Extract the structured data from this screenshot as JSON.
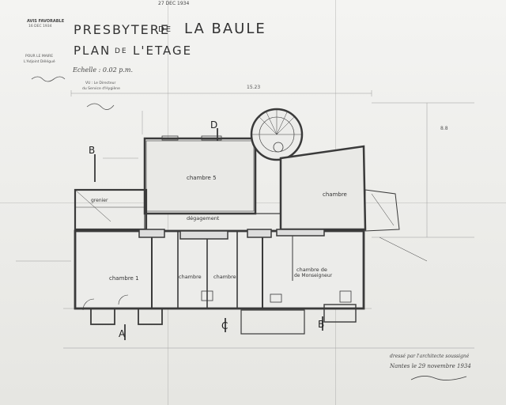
{
  "stamp_top": "27 DEC 1934",
  "avis": {
    "label": "AVIS FAVORABLE",
    "sub": "16 DEC 1934"
  },
  "stamp_left": {
    "line1": "POUR LE MAIRE",
    "line2": "L'Adjoint Délégué"
  },
  "stamp_vise": {
    "line1": "VU : Le Directeur",
    "line2": "du Service d'Hygiène"
  },
  "title": {
    "line1_word1": "PRESBYTERE",
    "line1_de": "DE",
    "line1_word2": "LA BAULE",
    "line2_word1": "PLAN",
    "line2_de": "DE",
    "line2_word2": "L'ETAGE",
    "scale": "Echelle : 0.02 p.m."
  },
  "rooms": {
    "chambre_top": "chambre 5",
    "chambre_right": "chambre",
    "grenier": "grenier",
    "degagement": "dégagement",
    "chambre_1": "chambre 1",
    "chambre_2": "chambre",
    "chambre_3": "chambre",
    "chambre_monsignor": "chambre de",
    "chambre_monsignor2": "de Monseigneur"
  },
  "section_marks": {
    "b_top": "B",
    "d_top": "D",
    "a_bottom": "A",
    "c_bottom": "C",
    "b_bottom": "B"
  },
  "dimensions": {
    "overall": "15.23",
    "right_height": "8.8"
  },
  "footer": {
    "line1": "dressé par l'architecte soussigné",
    "line2": "Nantes le 29 novembre 1934"
  }
}
